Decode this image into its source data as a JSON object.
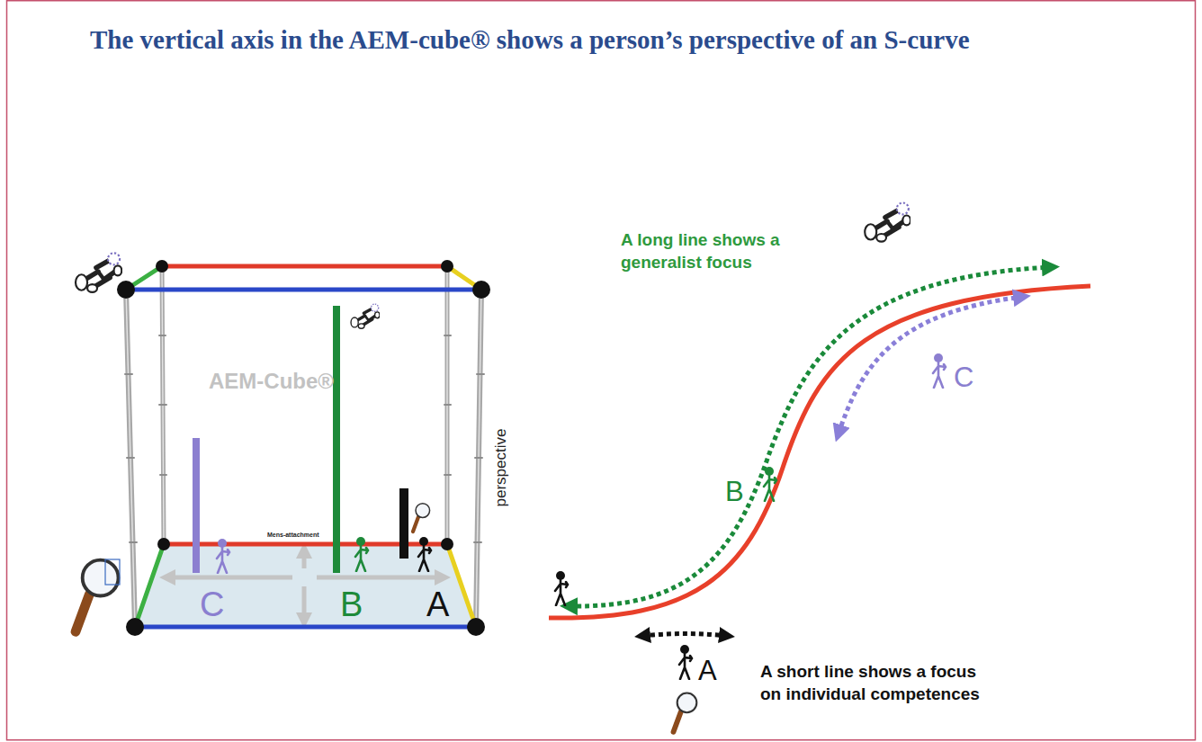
{
  "diagram": {
    "title": "The vertical axis in the AEM-cube® shows a person’s perspective of an S-curve",
    "labels": [
      "AEM-Cube®",
      "perspective",
      "Mens-attachment",
      "C",
      "B",
      "A",
      "A long line shows a generalist focus",
      "B",
      "C",
      "A",
      "A short line shows a focus on individual competences"
    ]
  }
}
